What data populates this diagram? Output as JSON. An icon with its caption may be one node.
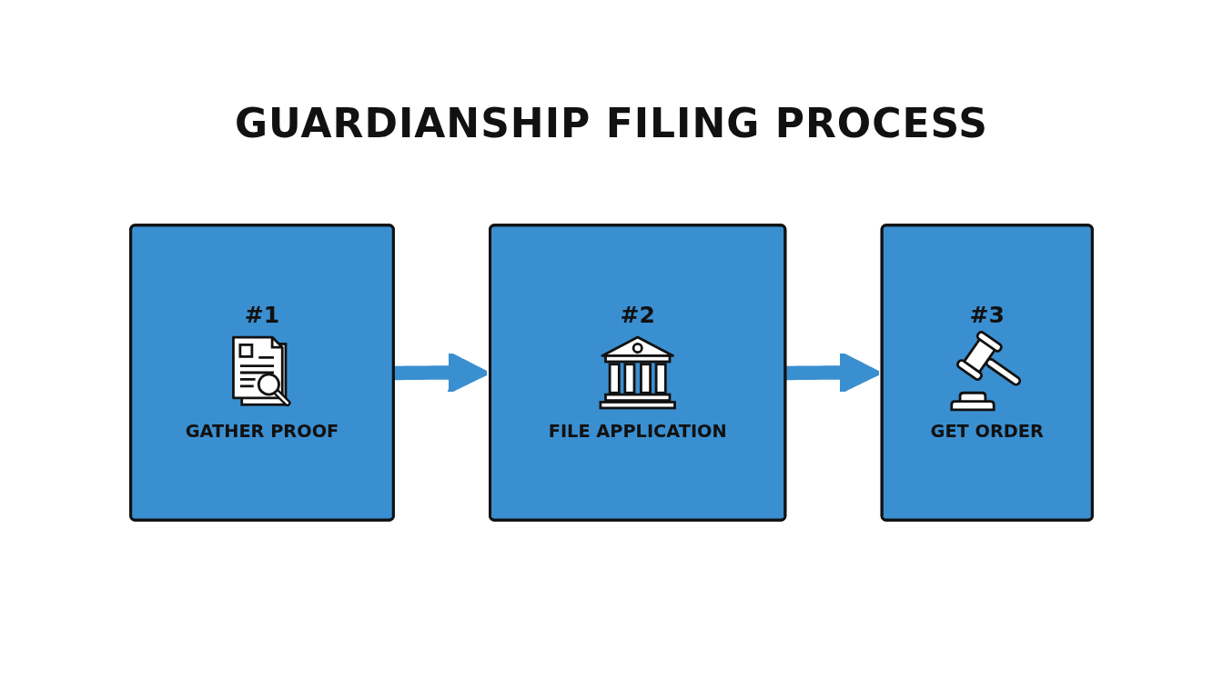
{
  "diagram": {
    "title": "GUARDIANSHIP FILING PROCESS",
    "nodes": [
      {
        "text": [
          "#1",
          "GATHER PROOF"
        ]
      },
      {
        "text": [
          "#2",
          "FILE APPLICATION"
        ]
      },
      {
        "text": [
          "#3",
          "GET ORDER"
        ]
      }
    ],
    "edges": [
      {
        "from": 0,
        "to": 1,
        "arrow": "to"
      },
      {
        "from": 1,
        "to": 2,
        "arrow": "to"
      }
    ]
  }
}
